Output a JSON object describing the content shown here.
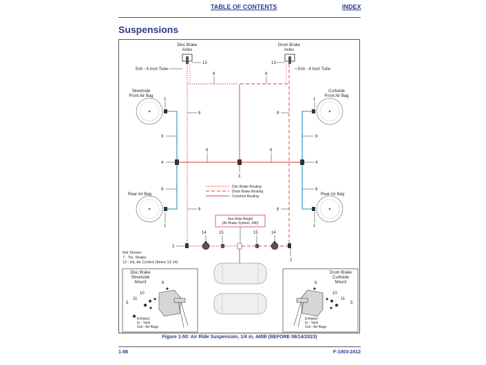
{
  "nav": {
    "toc": "TABLE OF CONTENTS",
    "index": "INDEX"
  },
  "title": "Suspensions",
  "diagram": {
    "disc_brake_axles": [
      "Disc Brake",
      "Axles"
    ],
    "drum_brake_axles": [
      "Drum Brake",
      "Axles"
    ],
    "exh_left": "Exh - 6 Inch Tube",
    "exh_right": "Exh - 6 Inch Tube",
    "streetside_front": [
      "Streetside",
      "Front Air Bag"
    ],
    "curbside_front": [
      "Curbside",
      "Front Air Bag"
    ],
    "rear_left": "Rear Air Bag",
    "rear_right": "Rear Air Bag",
    "legend": [
      "Disc Brake Routing",
      "Drum Brake Routing",
      "Common Routing"
    ],
    "ride_height": [
      "See Ride Height",
      "(Air Brake System, 440)"
    ],
    "not_shown": [
      "Not Shown:",
      "7 - Tie, Straps",
      "12 - Kit, Air Control (Items 13-14)"
    ],
    "inset_left_title": [
      "Disc Brake",
      "Streetside",
      "Mount"
    ],
    "inset_right_title": [
      "Drum Brake",
      "Curbside",
      "Mount"
    ],
    "ports": [
      "Exhaust",
      "In - Tank",
      "Out - Air Bags"
    ],
    "callouts": {
      "n1": "1",
      "n2": "2",
      "n3": "3",
      "n4": "4",
      "n5": "5",
      "n6": "6",
      "n8": "8",
      "n9": "9",
      "n10": "10",
      "n11": "11",
      "n13": "13",
      "n14": "14",
      "n15": "15"
    },
    "colors": {
      "disc": "#d9373a",
      "drum": "#d9373a",
      "common": "#d9373a",
      "bag_line": "#1f8ec6"
    }
  },
  "caption": "Figure 1-50:  Air Ride Suspension, 1/4 in, 440B (BEFORE 06/14/2023)",
  "footer": {
    "left": "1-88",
    "right": "F-1003-2412"
  }
}
